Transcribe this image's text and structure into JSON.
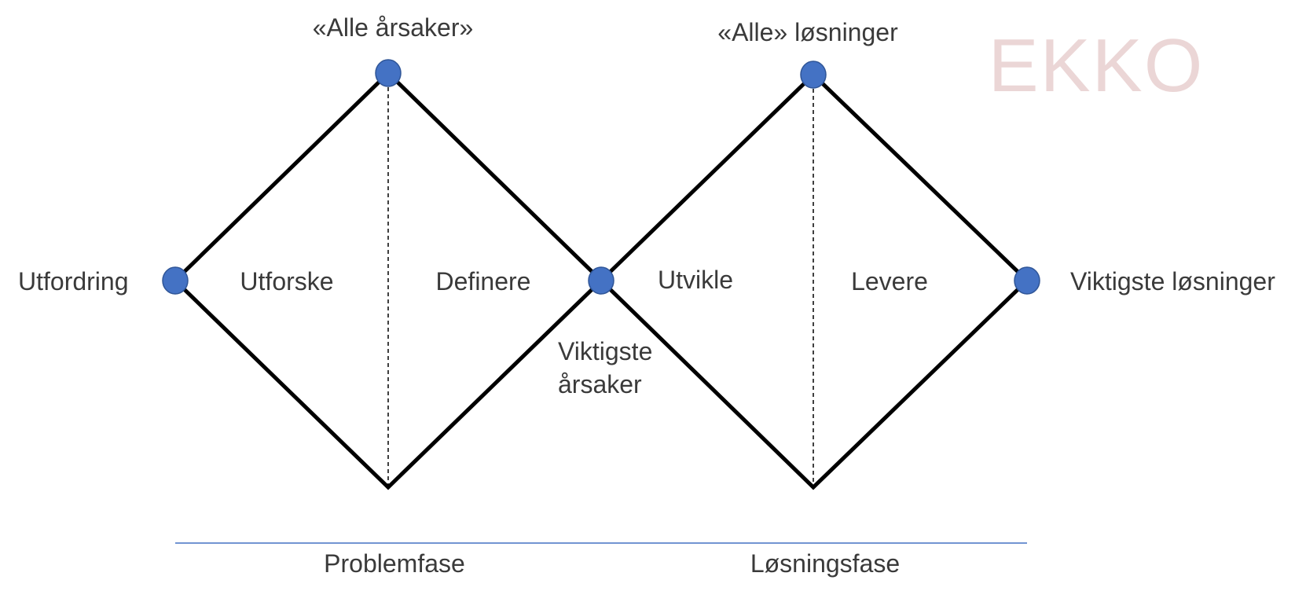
{
  "colors": {
    "node": "#4472C4",
    "node_stroke": "#2F5597",
    "edge": "#000000",
    "baseline": "#4472C4",
    "brand": "#EBD6D6",
    "text": "#3a3a3a"
  },
  "brand": {
    "text": "EKKO"
  },
  "labels": {
    "top_left": "«Alle årsaker»",
    "top_right": "«Alle» løsninger",
    "start": "Utfordring",
    "end": "Viktigste løsninger",
    "middle_line1": "Viktigste",
    "middle_line2": "årsaker",
    "stage_1": "Utforske",
    "stage_2": "Definere",
    "stage_3": "Utvikle",
    "stage_4": "Levere"
  },
  "phases": {
    "problem": "Problemfase",
    "solution": "Løsningsfase"
  }
}
